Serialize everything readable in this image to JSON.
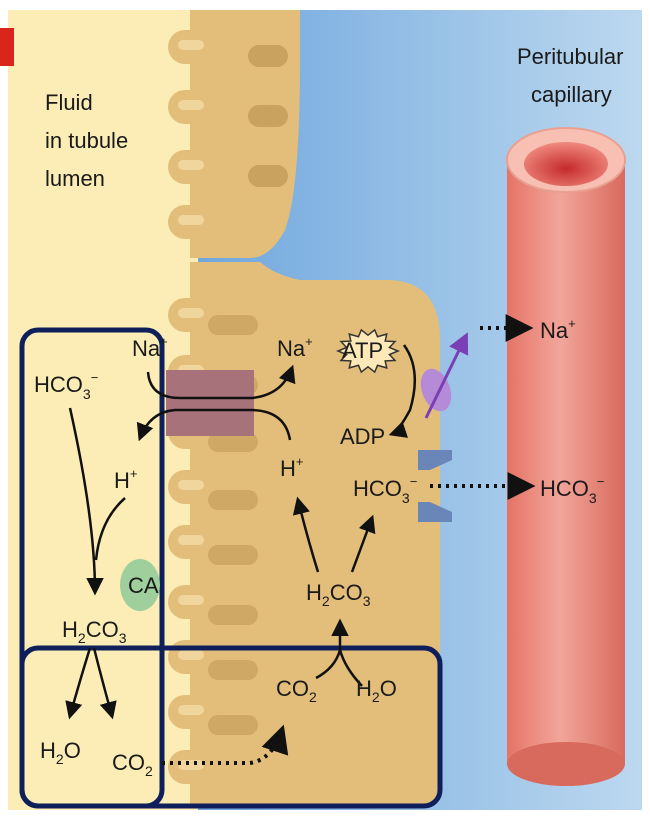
{
  "labels": {
    "fluid_line1": "Fluid",
    "fluid_line2": "in tubule",
    "fluid_line3": "lumen",
    "capillary_line1": "Peritubular",
    "capillary_line2": "capillary",
    "atp": "ATP",
    "adp": "ADP",
    "ca": "CA"
  },
  "lumen_species": {
    "na": "Na",
    "na_sup": "+",
    "hco3": "HCO",
    "hco3_sub": "3",
    "hco3_sup": "−",
    "h": "H",
    "h_sup": "+",
    "h2co3_a": "H",
    "h2co3_sub1": "2",
    "h2co3_b": "CO",
    "h2co3_sub2": "3",
    "h2o_a": "H",
    "h2o_sub": "2",
    "h2o_b": "O",
    "co2_a": "CO",
    "co2_sub": "2"
  },
  "cell_species": {
    "na": "Na",
    "na_sup": "+",
    "h": "H",
    "h_sup": "+",
    "hco3": "HCO",
    "hco3_sub": "3",
    "hco3_sup": "−",
    "h2co3_a": "H",
    "h2co3_sub1": "2",
    "h2co3_b": "CO",
    "h2co3_sub2": "3",
    "co2_a": "CO",
    "co2_sub": "2",
    "h2o_a": "H",
    "h2o_sub": "2",
    "h2o_b": "O"
  },
  "blood_species": {
    "na": "Na",
    "na_sup": "+",
    "hco3": "HCO",
    "hco3_sub": "3",
    "hco3_sup": "−"
  },
  "colors": {
    "lumen": "#fbedb5",
    "cell": "#e3be7a",
    "interstitium": "#5f9fd9",
    "capillary": "#e8857a",
    "highlight_box": "#0f1f5c",
    "transporter": "#a8727a",
    "pump": "#b58ad6",
    "hco3_channel": "#6a86b8",
    "carbonic_anhydrase": "#9fcf9c"
  }
}
